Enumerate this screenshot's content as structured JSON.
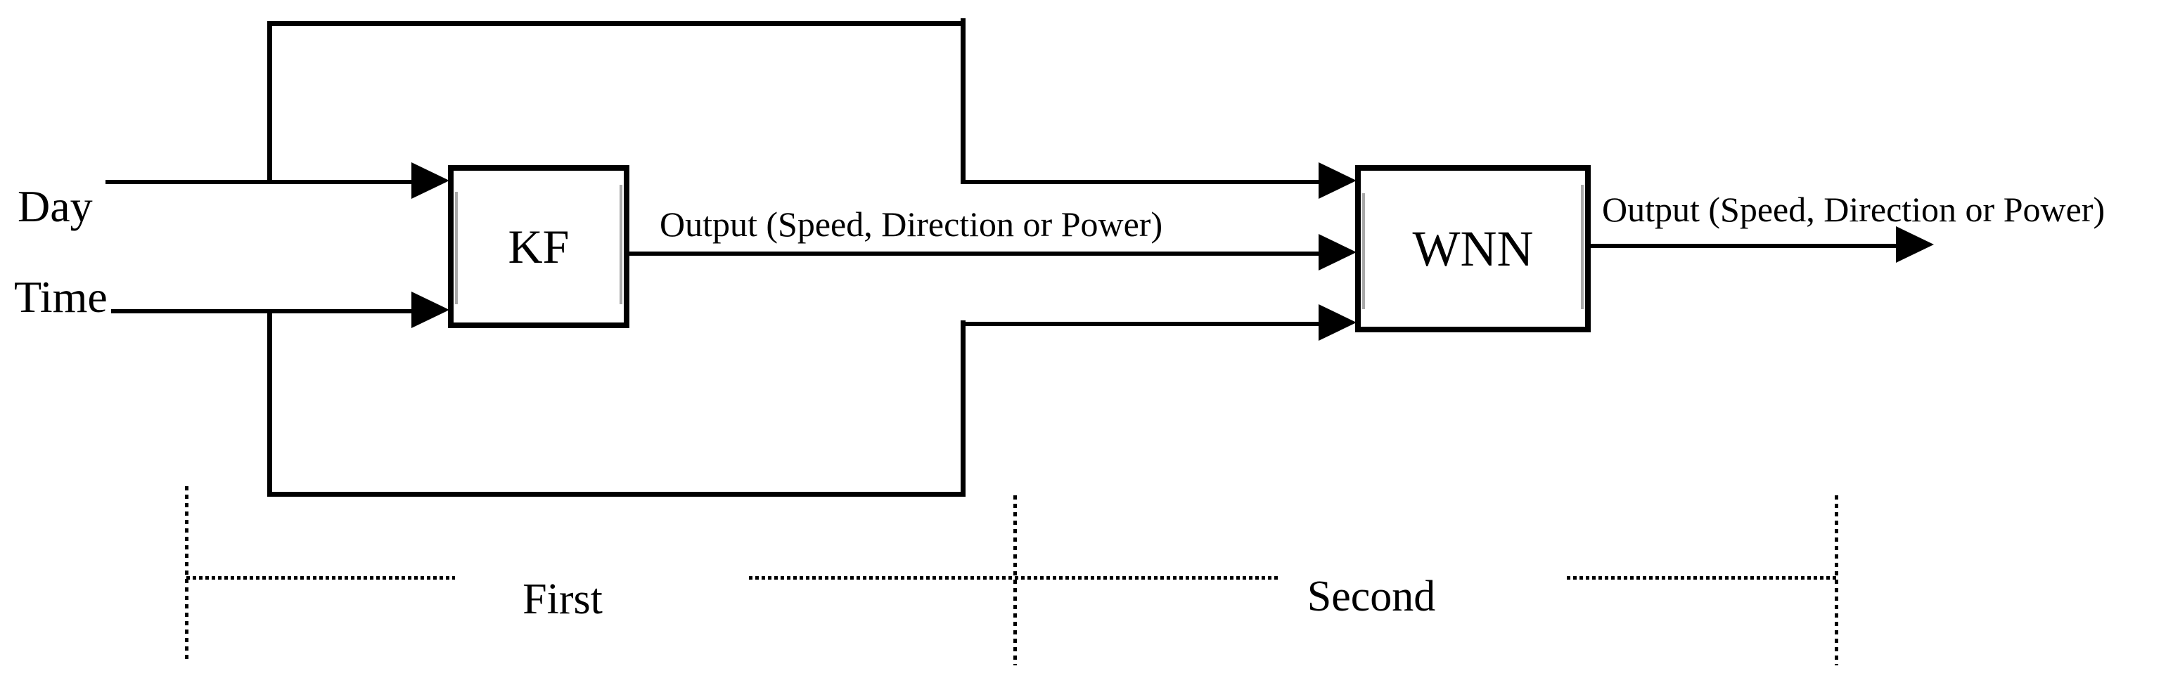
{
  "figure": {
    "inputs": [
      {
        "label": "Day"
      },
      {
        "label": "Time"
      }
    ],
    "blocks": [
      {
        "label": "KF"
      },
      {
        "label": "WNN"
      }
    ],
    "kf_output_label": "Output (Speed, Direction or Power)",
    "final_output_label": "Output (Speed, Direction or Power)",
    "stages": [
      {
        "label": "First"
      },
      {
        "label": "Second"
      }
    ],
    "colors": {
      "line": "#000000",
      "background": "#ffffff",
      "inner_shadow": "#a9a9a9"
    }
  }
}
